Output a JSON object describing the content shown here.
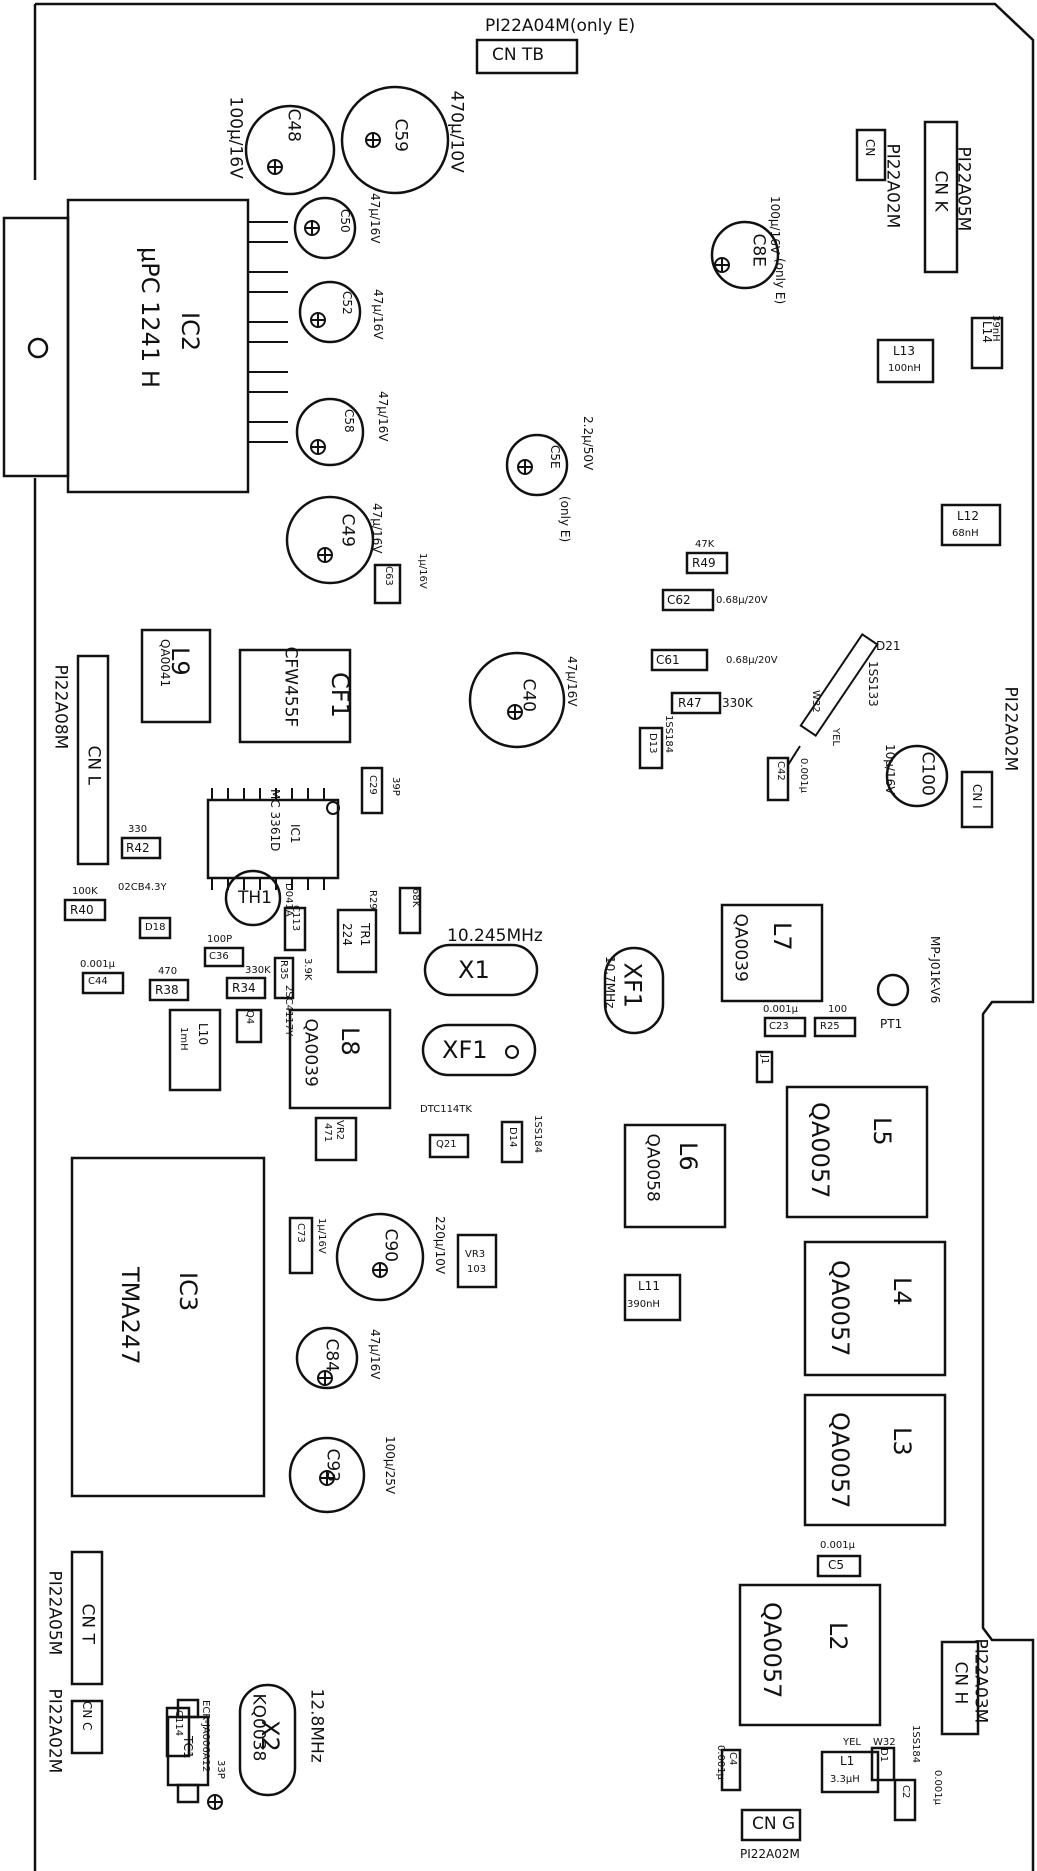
{
  "connectors": {
    "cn_tb": {
      "ref": "CN TB",
      "part": "PI22A04M(only E)"
    },
    "cn_sq": {
      "ref": "CN",
      "part": "PI22A02M"
    },
    "cn_k": {
      "ref": "CN K",
      "part": "PI22A05M"
    },
    "cn_l": {
      "ref": "CN L",
      "part": "PI22A08M"
    },
    "cn_i": {
      "ref": "CN I",
      "part": "PI22A02M"
    },
    "cn_t": {
      "ref": "CN T",
      "part": "PI22A05M"
    },
    "cn_c": {
      "ref": "CN C",
      "part": "PI22A02M"
    },
    "cn_h": {
      "ref": "CN H",
      "part": "PI22A03M"
    },
    "cn_g": {
      "ref": "CN G",
      "part": "PI22A02M"
    }
  },
  "ics": {
    "ic2": {
      "ref": "IC2",
      "part": "μPC 1241 H"
    },
    "ic1": {
      "ref": "IC1",
      "part": "MC 3361D"
    },
    "ic3": {
      "ref": "IC3",
      "part": "TMA247"
    }
  },
  "capacitors": {
    "c48": {
      "ref": "C48",
      "value": "100μ/16V"
    },
    "c59": {
      "ref": "C59",
      "value": "470μ/10V"
    },
    "c50": {
      "ref": "C50",
      "value": "47μ/16V"
    },
    "c52": {
      "ref": "C52",
      "value": "47μ/16V"
    },
    "c58": {
      "ref": "C58",
      "value": "47μ/16V"
    },
    "c49": {
      "ref": "C49",
      "value": "47μ/16V"
    },
    "c8e": {
      "ref": "C8E",
      "value": "100μ/16V",
      "note": "(only E)"
    },
    "c5e": {
      "ref": "C5E",
      "value": "2.2μ/50V",
      "note": "(only E)"
    },
    "c63": {
      "ref": "C63",
      "value": "1μ/16V"
    },
    "c40": {
      "ref": "C40",
      "value": "47μ/16V"
    },
    "c62": {
      "ref": "C62",
      "value": "0.68μ/20V"
    },
    "c61": {
      "ref": "C61",
      "value": "0.68μ/20V"
    },
    "c100": {
      "ref": "C100",
      "value": "10μ/16V"
    },
    "c42": {
      "ref": "C42",
      "value": "0.001μ"
    },
    "c29": {
      "ref": "C29",
      "value": "39P"
    },
    "c44": {
      "ref": "C44",
      "value": "0.001μ"
    },
    "c36": {
      "ref": "C36",
      "value": "100P"
    },
    "c113": {
      "ref": "C113",
      "value": ""
    },
    "c23": {
      "ref": "C23",
      "value": "0.001μ"
    },
    "c73": {
      "ref": "C73",
      "value": "1μ/16V"
    },
    "c90": {
      "ref": "C90",
      "value": "220μ/10V"
    },
    "c84": {
      "ref": "C84",
      "value": "47μ/16V"
    },
    "c93": {
      "ref": "C93",
      "value": "100μ/25V"
    },
    "c5": {
      "ref": "C5",
      "value": "0.001μ"
    },
    "c4": {
      "ref": "C4",
      "value": "0.001μ"
    },
    "c2": {
      "ref": "C2",
      "value": "0.001μ"
    },
    "c114": {
      "ref": "C114",
      "value": "33P"
    }
  },
  "resistors": {
    "r49": {
      "ref": "R49",
      "value": "47K"
    },
    "r47": {
      "ref": "R47",
      "value": "330K"
    },
    "r42": {
      "ref": "R42",
      "value": "330"
    },
    "r40": {
      "ref": "R40",
      "value": "100K"
    },
    "r29": {
      "ref": "R29",
      "value": "68K"
    },
    "r38": {
      "ref": "R38",
      "value": "470"
    },
    "r34": {
      "ref": "R34",
      "value": "330K"
    },
    "r35": {
      "ref": "R35",
      "value": "3.9K"
    },
    "r25": {
      "ref": "R25",
      "value": "100"
    }
  },
  "inductors": {
    "l14": {
      "ref": "L14",
      "value": "39nH"
    },
    "l13": {
      "ref": "L13",
      "value": "100nH"
    },
    "l12": {
      "ref": "L12",
      "value": "68nH"
    },
    "l9": {
      "ref": "L9",
      "value": "QA0041"
    },
    "l7": {
      "ref": "L7",
      "value": "QA0039"
    },
    "l8": {
      "ref": "L8",
      "value": "QA0039"
    },
    "l10": {
      "ref": "L10",
      "value": "1mH"
    },
    "l6": {
      "ref": "L6",
      "value": "QA0058"
    },
    "l5": {
      "ref": "L5",
      "value": "QA0057"
    },
    "l4": {
      "ref": "L4",
      "value": "QA0057"
    },
    "l3": {
      "ref": "L3",
      "value": "QA0057"
    },
    "l2": {
      "ref": "L2",
      "value": "QA0057"
    },
    "l11": {
      "ref": "L11",
      "value": "390nH"
    },
    "l1": {
      "ref": "L1",
      "value": "3.3μH"
    }
  },
  "filters": {
    "cf1": {
      "ref": "CF1",
      "part": "CFW455F"
    },
    "xf1": {
      "ref": "XF1",
      "freq": "10.7MHz"
    }
  },
  "crystals": {
    "x1": {
      "ref": "X1",
      "freq": "10.245MHz"
    },
    "x2": {
      "ref": "X2",
      "part": "KQ0038",
      "freq": "12.8MHz"
    }
  },
  "semis": {
    "d21": {
      "ref": "D21",
      "part": "1SS133"
    },
    "d13": {
      "ref": "D13",
      "part": "1SS184"
    },
    "d18": {
      "ref": "D18",
      "part": "02CB4.3Y"
    },
    "d14": {
      "ref": "D14",
      "part": "1SS184"
    },
    "d1": {
      "ref": "D1",
      "part": "1SS184"
    },
    "q21": {
      "ref": "Q21",
      "part": "DTC114TK"
    },
    "q4": {
      "ref": "Q4",
      "part": "2SC4117Y"
    },
    "tr1": {
      "ref": "TR1",
      "value": "224"
    },
    "vr2": {
      "ref": "VR2",
      "value": "471"
    },
    "vr3": {
      "ref": "VR3",
      "value": "103"
    },
    "th1": {
      "ref": "TH1",
      "part": "D041A"
    },
    "tc1": {
      "ref": "TC1",
      "part": "ECR-JA006A12"
    },
    "pt1": {
      "ref": "PT1",
      "part": "MP-J01K-V6"
    },
    "j1": {
      "ref": "J1"
    }
  },
  "jumpers": {
    "w32_top": {
      "ref": "W32",
      "color": "YEL"
    },
    "w32_bot": {
      "ref": "W32",
      "color": "YEL"
    }
  }
}
